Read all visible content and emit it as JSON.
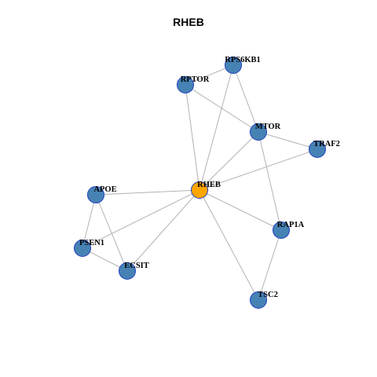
{
  "title": "RHEB",
  "colors": {
    "hub": "#ffa500",
    "node": "#4682b4",
    "node_border": "#1f3fbf",
    "edge": "#b3b3b3"
  },
  "nodes": [
    {
      "id": "RPS6KB1",
      "label": "RPS6KB1",
      "hub": false
    },
    {
      "id": "RPTOR",
      "label": "RPTOR",
      "hub": false
    },
    {
      "id": "MTOR",
      "label": "MTOR",
      "hub": false
    },
    {
      "id": "TRAF2",
      "label": "TRAF2",
      "hub": false
    },
    {
      "id": "RHEB",
      "label": "RHEB",
      "hub": true
    },
    {
      "id": "APOE",
      "label": "APOE",
      "hub": false
    },
    {
      "id": "RAP1A",
      "label": "RAP1A",
      "hub": false
    },
    {
      "id": "PSEN1",
      "label": "PSEN1",
      "hub": false
    },
    {
      "id": "ECSIT",
      "label": "ECSIT",
      "hub": false
    },
    {
      "id": "TSC2",
      "label": "TSC2",
      "hub": false
    }
  ],
  "edges": [
    [
      "RPS6KB1",
      "RPTOR"
    ],
    [
      "RPS6KB1",
      "MTOR"
    ],
    [
      "RPS6KB1",
      "RHEB"
    ],
    [
      "RPTOR",
      "MTOR"
    ],
    [
      "RPTOR",
      "RHEB"
    ],
    [
      "MTOR",
      "TRAF2"
    ],
    [
      "MTOR",
      "RHEB"
    ],
    [
      "MTOR",
      "RAP1A"
    ],
    [
      "TRAF2",
      "RHEB"
    ],
    [
      "RHEB",
      "APOE"
    ],
    [
      "RHEB",
      "PSEN1"
    ],
    [
      "RHEB",
      "ECSIT"
    ],
    [
      "RHEB",
      "RAP1A"
    ],
    [
      "RHEB",
      "TSC2"
    ],
    [
      "APOE",
      "PSEN1"
    ],
    [
      "APOE",
      "ECSIT"
    ],
    [
      "PSEN1",
      "ECSIT"
    ],
    [
      "RAP1A",
      "TSC2"
    ]
  ]
}
